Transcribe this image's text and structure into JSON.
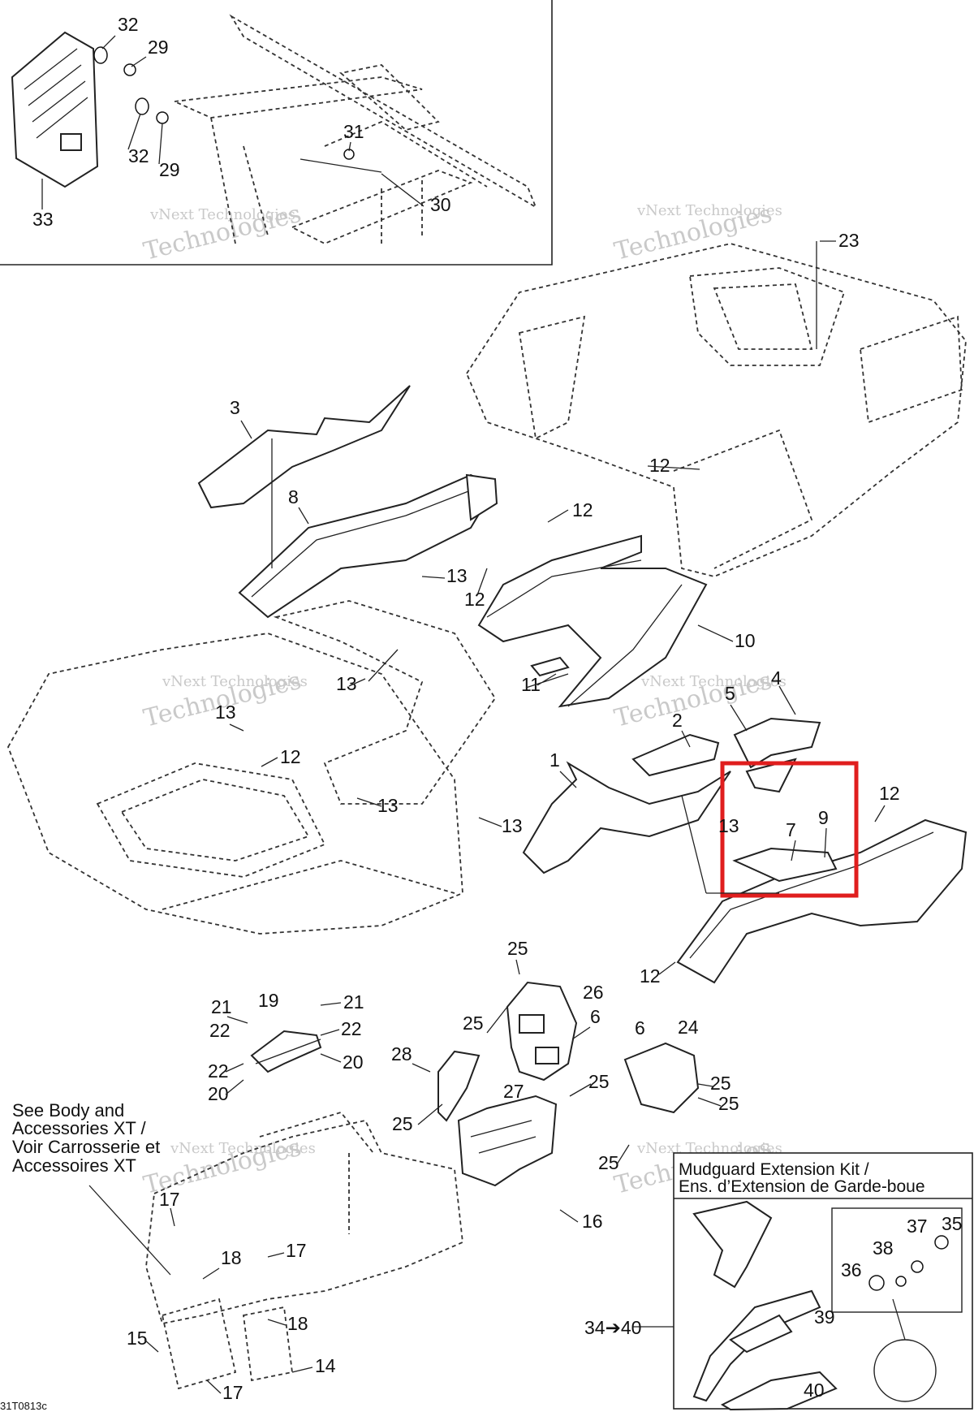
{
  "figure_code": "31T0813c",
  "watermark": {
    "line1": "vNext Technologies",
    "line2": "Technologies",
    "word": "vNext"
  },
  "highlight_color": "#e01e1e",
  "callouts": {
    "c32a": "32",
    "c29a": "29",
    "c32b": "32",
    "c29b": "29",
    "c31": "31",
    "c30": "30",
    "c33": "33",
    "c23": "23",
    "c3": "3",
    "c8": "8",
    "c12a": "12",
    "c12b": "12",
    "c13a": "13",
    "c12c": "12",
    "c10": "10",
    "c11": "11",
    "c13b": "13",
    "c13c": "13",
    "c12d": "12",
    "c13d": "13",
    "c13e": "13",
    "c4": "4",
    "c5": "5",
    "c2": "2",
    "c1": "1",
    "c12e": "12",
    "c13f": "13",
    "c7": "7",
    "c9": "9",
    "c12f": "12",
    "c25a": "25",
    "c26": "26",
    "c25b": "25",
    "c6a": "6",
    "c6b": "6",
    "c24": "24",
    "c21a": "21",
    "c19": "19",
    "c21b": "21",
    "c22a": "22",
    "c22b": "22",
    "c20a": "20",
    "c22c": "22",
    "c20b": "20",
    "c28": "28",
    "c27": "27",
    "c25c": "25",
    "c25d": "25",
    "c25e": "25",
    "c25f": "25",
    "c25g": "25",
    "c16": "16",
    "c17a": "17",
    "c17b": "17",
    "c18a": "18",
    "c18b": "18",
    "c15": "15",
    "c14": "14",
    "c17c": "17",
    "c37": "37",
    "c35": "35",
    "c38": "38",
    "c36": "36",
    "c39": "39",
    "c40": "40"
  },
  "reference_note": [
    "See Body and",
    "Accessories XT /",
    "Voir Carrosserie et",
    "Accessoires XT"
  ],
  "kit": {
    "title_line1": "Mudguard Extension Kit /",
    "title_line2": "Ens. d’Extension de Garde-boue",
    "range_label": "34➔40"
  }
}
